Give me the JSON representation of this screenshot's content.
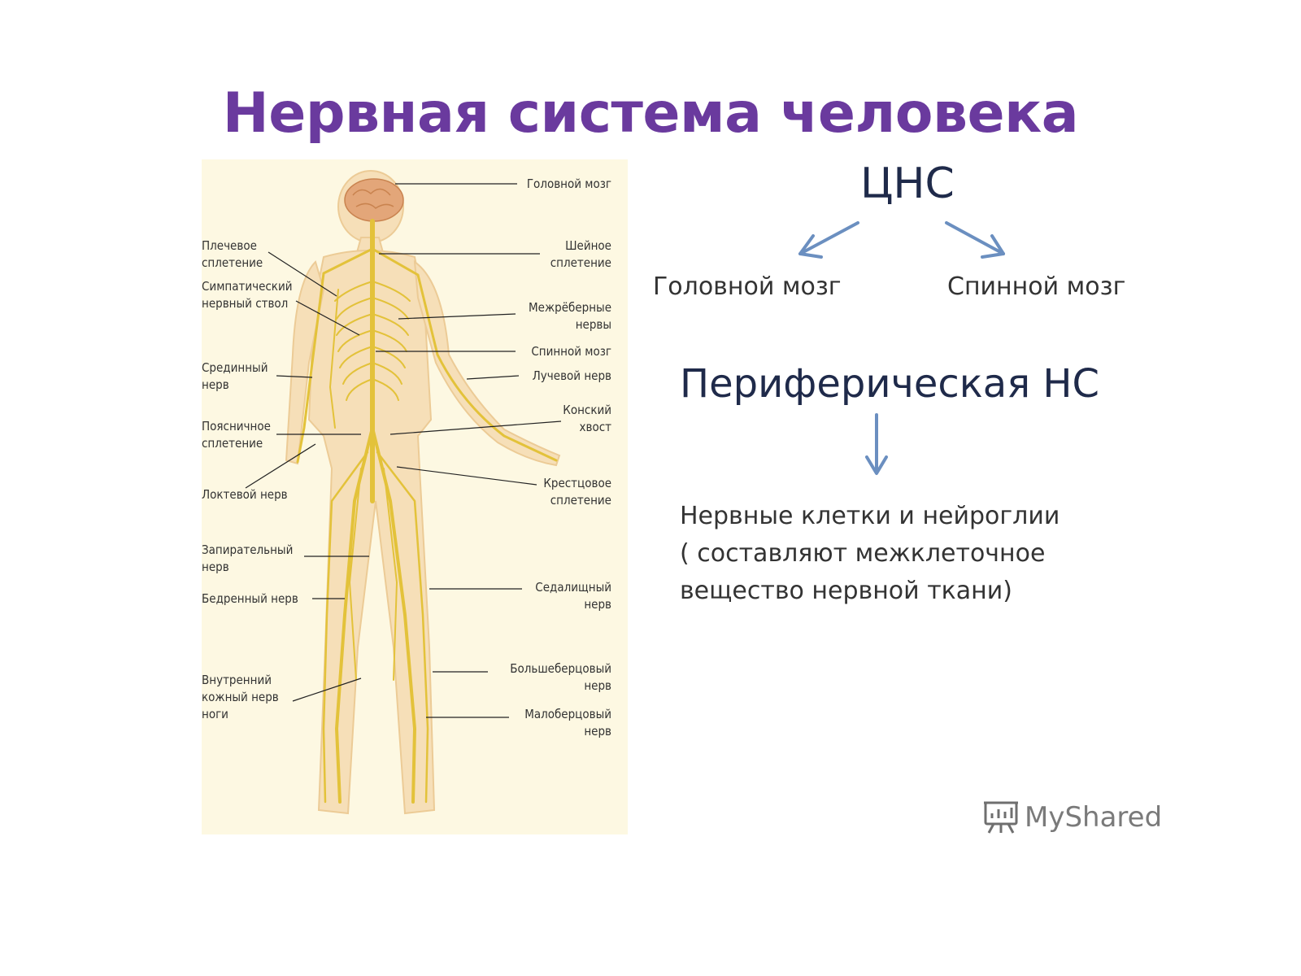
{
  "title": "Нервная система человека",
  "cns": {
    "heading": "ЦНС",
    "children": [
      "Головной мозг",
      "Спинной мозг"
    ]
  },
  "pns": {
    "heading": "Периферическая НС",
    "description": "Нервные клетки и нейроглии\n ( составляют межклеточное\nвещество нервной ткани)"
  },
  "diagram": {
    "labels_left": [
      "Плечевое\nсплетение",
      "Симпатический\nнервный ствол",
      "Срединный\nнерв",
      "Поясничное\nсплетение",
      "Локтевой нерв",
      "Запирательный\nнерв",
      "Бедренный нерв",
      "Внутренний\nкожный нерв\nноги"
    ],
    "labels_right": [
      "Головной мозг",
      "Шейное\nсплетение",
      "Межрёберные\nнервы",
      "Спинной мозг",
      "Лучевой нерв",
      "Конский\nхвост",
      "Крестцовое\nсплетение",
      "Седалищный\nнерв",
      "Большеберцовый\nнерв",
      "Малоберцовый\nнерв"
    ]
  },
  "watermark": "MyShared",
  "colors": {
    "title": "#6a3a9e",
    "heading": "#1f2a4a",
    "arrow": "#6b8fc0",
    "nerve": "#e3c23a",
    "body_fill": "#f6dfb8",
    "brain": "#e3a679"
  }
}
